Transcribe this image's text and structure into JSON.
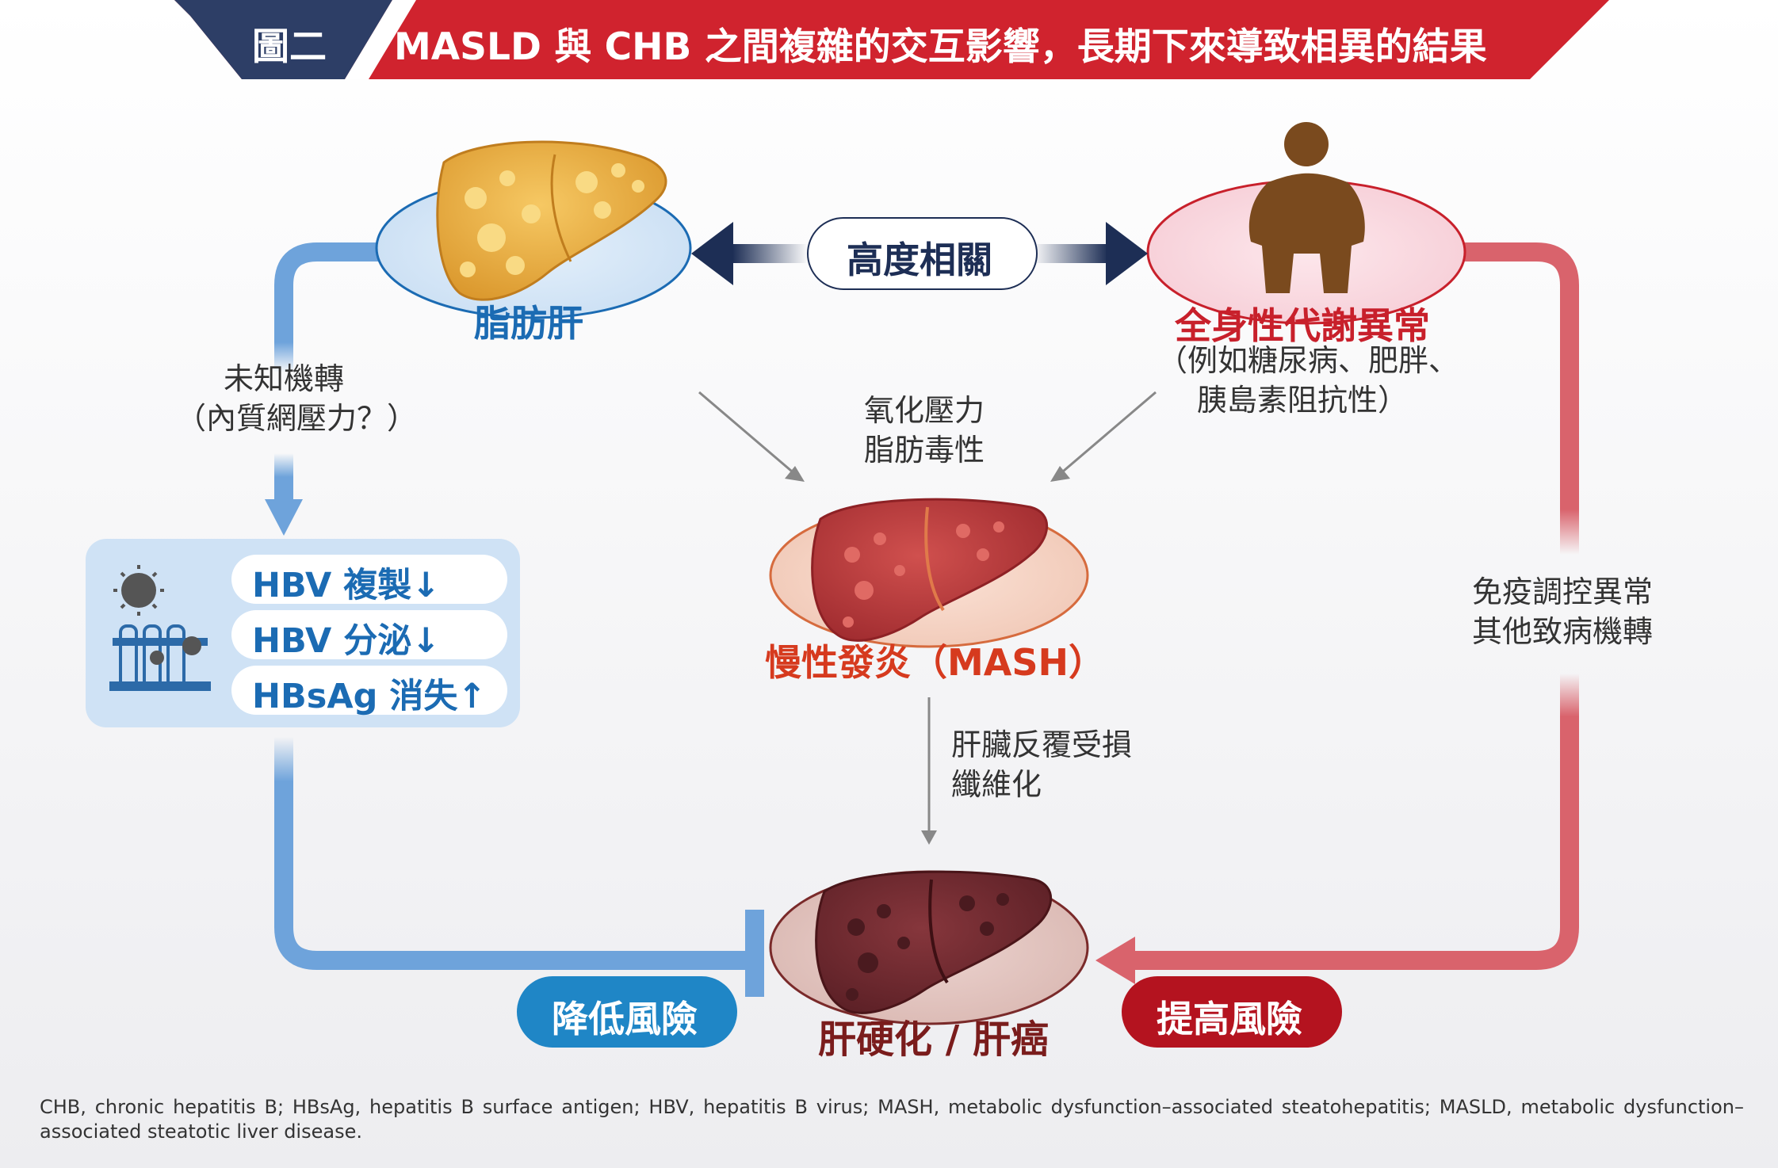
{
  "banner": {
    "figure_label": "圖二",
    "title": "MASLD 與 CHB 之間複雜的交互影響，長期下來導致相異的結果"
  },
  "nodes": {
    "fatty_liver": "脂肪肝",
    "correlation": "高度相關",
    "metabolic": {
      "title": "全身性代謝異常",
      "detail_line1": "（例如糖尿病、肥胖、",
      "detail_line2": "胰島素阻抗性）"
    },
    "mash": "慢性發炎（MASH）",
    "cirrhosis": "肝硬化 / 肝癌"
  },
  "annotations": {
    "unknown_mechanism_line1": "未知機轉",
    "unknown_mechanism_line2": "（內質網壓力？）",
    "oxidative_line1": "氧化壓力",
    "oxidative_line2": "脂肪毒性",
    "liver_damage_line1": "肝臟反覆受損",
    "liver_damage_line2": "纖維化",
    "immune_line1": "免疫調控異常",
    "immune_line2": "其他致病機轉"
  },
  "hbv_effects": [
    "HBV 複製↓",
    "HBV 分泌↓",
    "HBsAg 消失↑"
  ],
  "outcomes": {
    "lower_risk": "降低風險",
    "higher_risk": "提高風險"
  },
  "footnote": "CHB, chronic hepatitis B; HBsAg, hepatitis B surface antigen; HBV, hepatitis B virus; MASH, metabolic dysfunction–associated steatohepatitis; MASLD, metabolic dysfunction–associated steatotic liver disease.",
  "colors": {
    "banner_navy": "#2d3e66",
    "banner_red": "#d0232e",
    "blue_path": "#6ea3db",
    "red_path": "#d9636c",
    "pill_blue": "#1f86c6",
    "pill_red": "#b4131f",
    "fatty_liver": "#e8a93a",
    "mash_liver": "#b8383a",
    "cirrhosis_liver": "#6e2a30",
    "person_brown": "#7a4a1e"
  }
}
